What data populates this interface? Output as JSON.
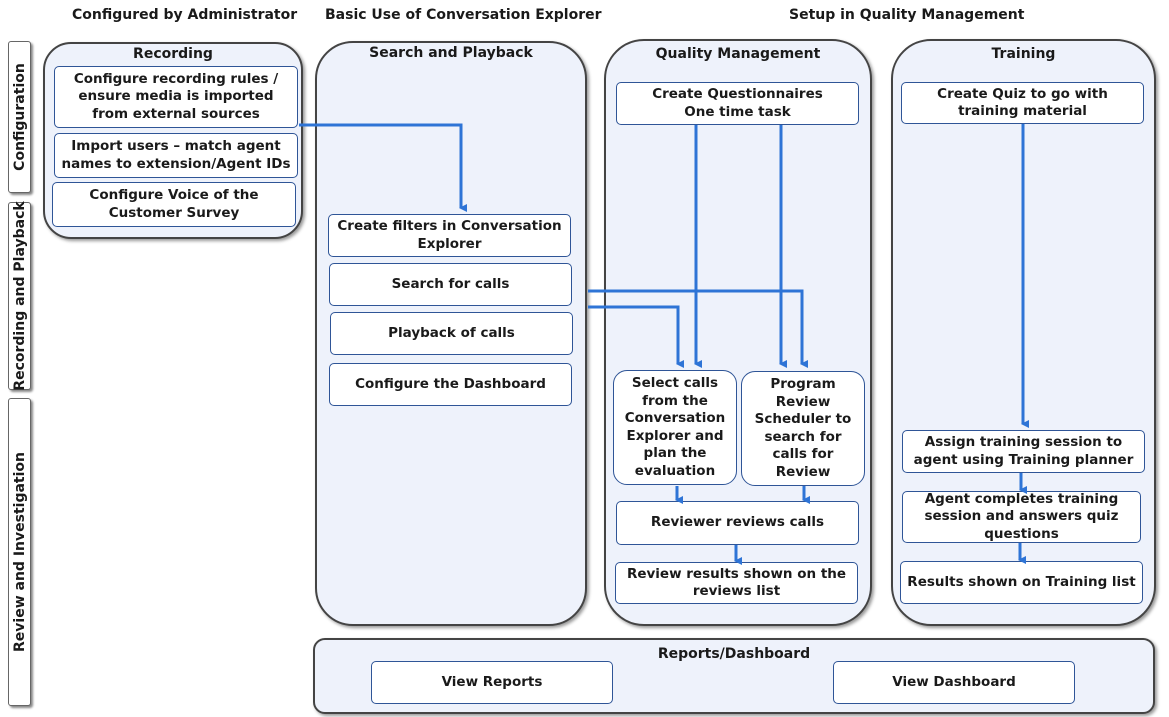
{
  "column_headers": {
    "admin": "Configured by Administrator",
    "explorer": "Basic Use of Conversation Explorer",
    "quality": "Setup in Quality Management"
  },
  "row_labels": {
    "configuration": "Configuration",
    "recording": "Recording and Playback",
    "review": "Review and Investigation"
  },
  "lanes": {
    "recording": {
      "title": "Recording",
      "items": [
        "Configure recording rules / ensure media is imported from external sources",
        "Import users – match agent names to extension/Agent IDs",
        "Configure Voice of the Customer Survey"
      ]
    },
    "search": {
      "title": "Search and Playback",
      "items": [
        "Create filters in Conversation Explorer",
        "Search for calls",
        "Playback of calls",
        "Configure the Dashboard"
      ]
    },
    "quality": {
      "title": "Quality Management",
      "questionnaires": "Create Questionnaires\nOne time task",
      "select_calls": "Select calls from the Conversation Explorer and plan the evaluation",
      "scheduler": "Program Review Scheduler to search for calls for Review",
      "reviewer": "Reviewer reviews calls",
      "results": "Review results shown on the reviews list"
    },
    "training": {
      "title": "Training",
      "quiz": "Create Quiz to go with training material",
      "assign": "Assign training session to agent using Training planner",
      "complete": "Agent completes training session and answers quiz questions",
      "results": "Results shown on Training list"
    },
    "reports": {
      "title": "Reports/Dashboard",
      "view_reports": "View Reports",
      "view_dashboard": "View Dashboard"
    }
  },
  "colors": {
    "arrow": "#2e74d6",
    "lane_fill": "#eef2fb",
    "box_border": "#2f5597"
  }
}
